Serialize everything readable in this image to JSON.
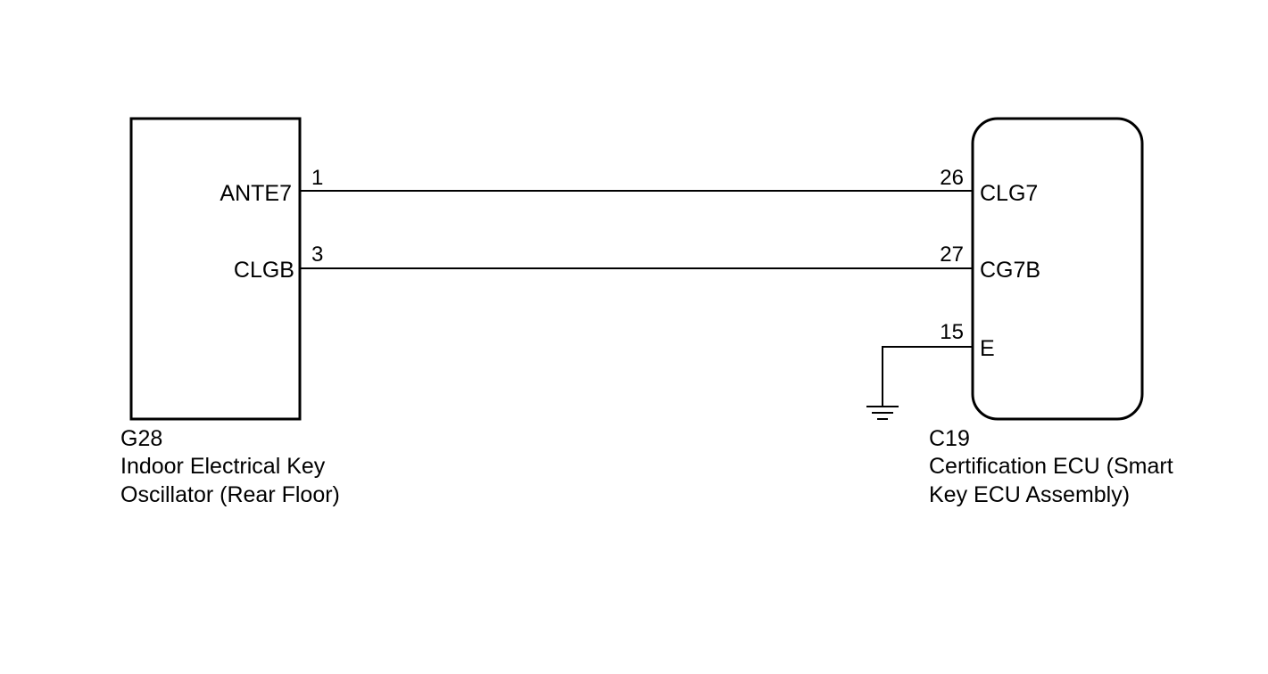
{
  "colors": {
    "line": "#000000",
    "background": "#ffffff"
  },
  "left_component": {
    "code": "G28",
    "name_line1": "Indoor Electrical Key",
    "name_line2": "Oscillator (Rear Floor)",
    "terminals": [
      {
        "pin": "1",
        "label": "ANTE7"
      },
      {
        "pin": "3",
        "label": "CLGB"
      }
    ]
  },
  "right_component": {
    "code": "C19",
    "name_line1": "Certification ECU (Smart",
    "name_line2": "Key ECU Assembly)",
    "terminals": [
      {
        "pin": "26",
        "label": "CLG7"
      },
      {
        "pin": "27",
        "label": "CG7B"
      },
      {
        "pin": "15",
        "label": "E"
      }
    ]
  },
  "ground_symbol": "ground-icon"
}
